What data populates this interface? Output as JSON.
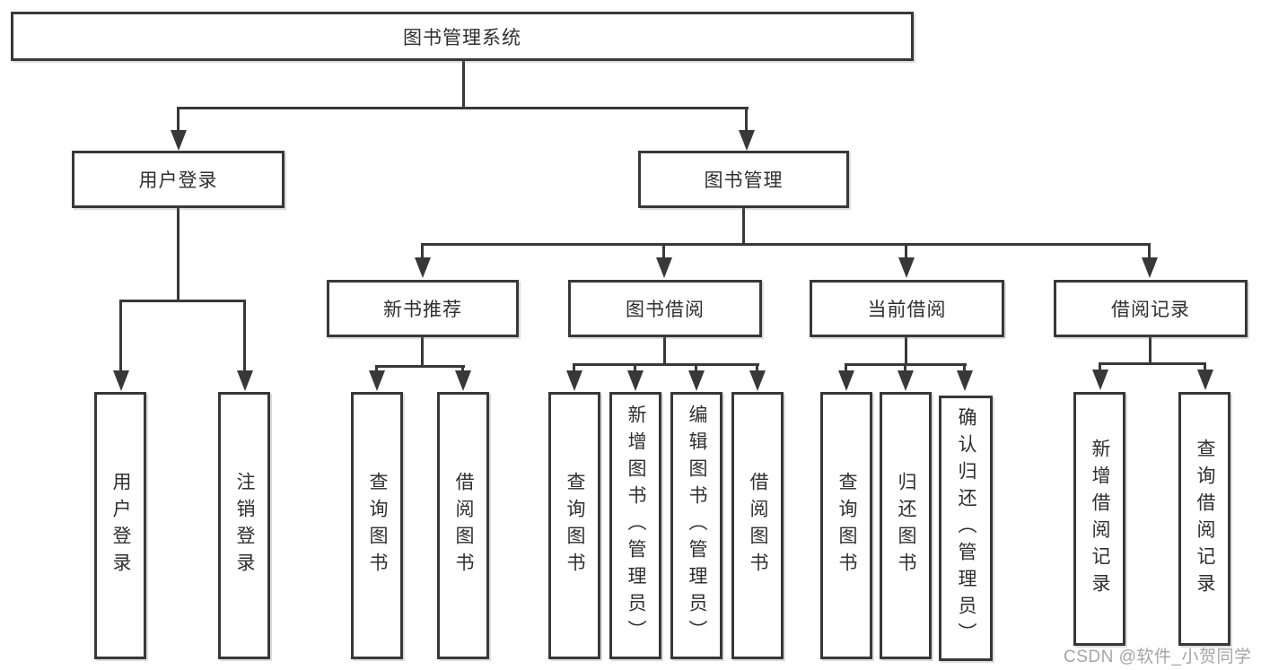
{
  "nodes": {
    "root": "图书管理系统",
    "user_login": "用户登录",
    "book_mgmt": "图书管理",
    "new_rec": "新书推荐",
    "borrow": "图书借阅",
    "current": "当前借阅",
    "records": "借阅记录"
  },
  "leaves": {
    "user_login": [
      "用户登录",
      "注销登录"
    ],
    "new_rec": [
      "查询图书",
      "借阅图书"
    ],
    "borrow": [
      "查询图书",
      "新增图书（管理员）",
      "编辑图书（管理员）",
      "借阅图书"
    ],
    "current": [
      "查询图书",
      "归还图书",
      "确认归还（管理员）"
    ],
    "records": [
      "新增借阅记录",
      "查询借阅记录"
    ]
  },
  "watermark": "CSDN @软件_小贺同学",
  "colors": {
    "line": "#383838",
    "ink": "#2f2f2f",
    "wm": "#a5a5a5"
  }
}
